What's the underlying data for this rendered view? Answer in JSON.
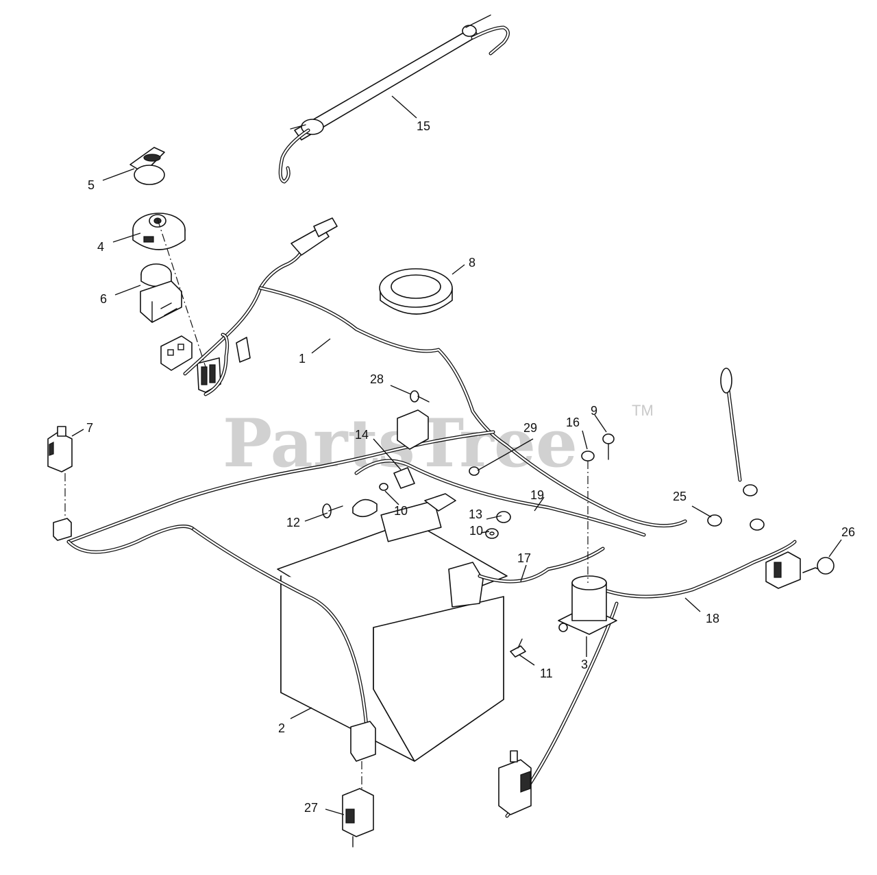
{
  "watermark": {
    "text": "PartsTree",
    "trademark": "TM"
  },
  "callouts": {
    "c1": "1",
    "c2": "2",
    "c3": "3",
    "c4": "4",
    "c5": "5",
    "c6": "6",
    "c7": "7",
    "c8": "8",
    "c9": "9",
    "c10a": "10",
    "c10b": "10",
    "c11": "11",
    "c12": "12",
    "c13": "13",
    "c14": "14",
    "c15": "15",
    "c16": "16",
    "c17": "17",
    "c18": "18",
    "c19": "19",
    "c25": "25",
    "c26": "26",
    "c27": "27",
    "c28": "28",
    "c29": "29"
  }
}
